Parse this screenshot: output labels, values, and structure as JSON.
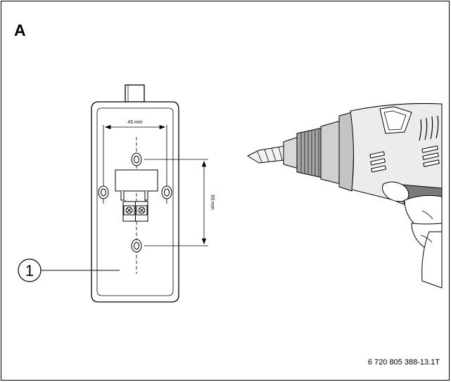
{
  "panel_label": "A",
  "callout_number": "1",
  "dimensions": {
    "horizontal": "45 mm",
    "vertical": "60 mm"
  },
  "figure_code": "6 720 805 388-13.1T",
  "colors": {
    "line": "#000000",
    "drill_body": "#e6e6e6",
    "drill_dark": "#888888",
    "background": "#ffffff"
  }
}
